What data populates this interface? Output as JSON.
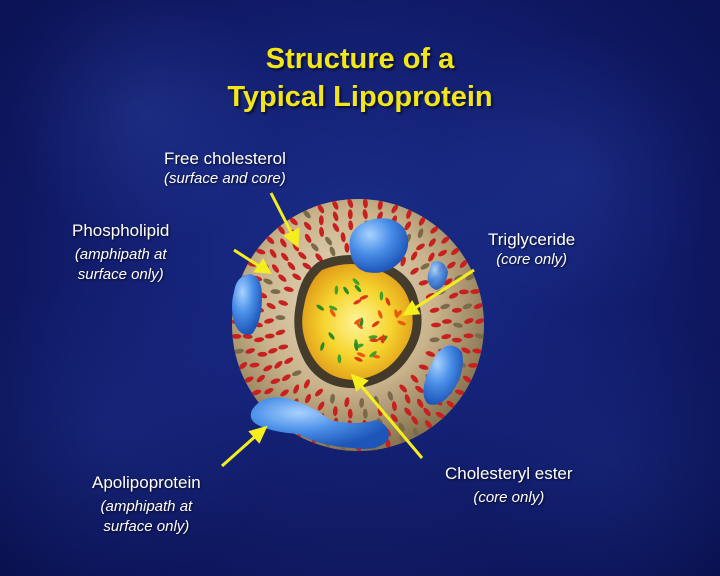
{
  "title_line1": "Structure of a",
  "title_line2": "Typical Lipoprotein",
  "labels": {
    "free_cholesterol": {
      "name": "Free cholesterol",
      "note": "(surface and core)"
    },
    "phospholipid": {
      "name": "Phospholipid",
      "note_line1": "(amphipath at",
      "note_line2": "surface only)"
    },
    "triglyceride": {
      "name": "Triglyceride",
      "note": "(core only)"
    },
    "apolipoprotein": {
      "name": "Apolipoprotein",
      "note_line1": "(amphipath at",
      "note_line2": "surface only)"
    },
    "cholesteryl_ester": {
      "name": "Cholesteryl ester",
      "note": "(core only)"
    }
  },
  "colors": {
    "title": "#f2e61a",
    "arrow": "#f5ee1e",
    "background": "#15237a",
    "apoprotein": "#3a7de0",
    "core": "#f3d12a"
  }
}
